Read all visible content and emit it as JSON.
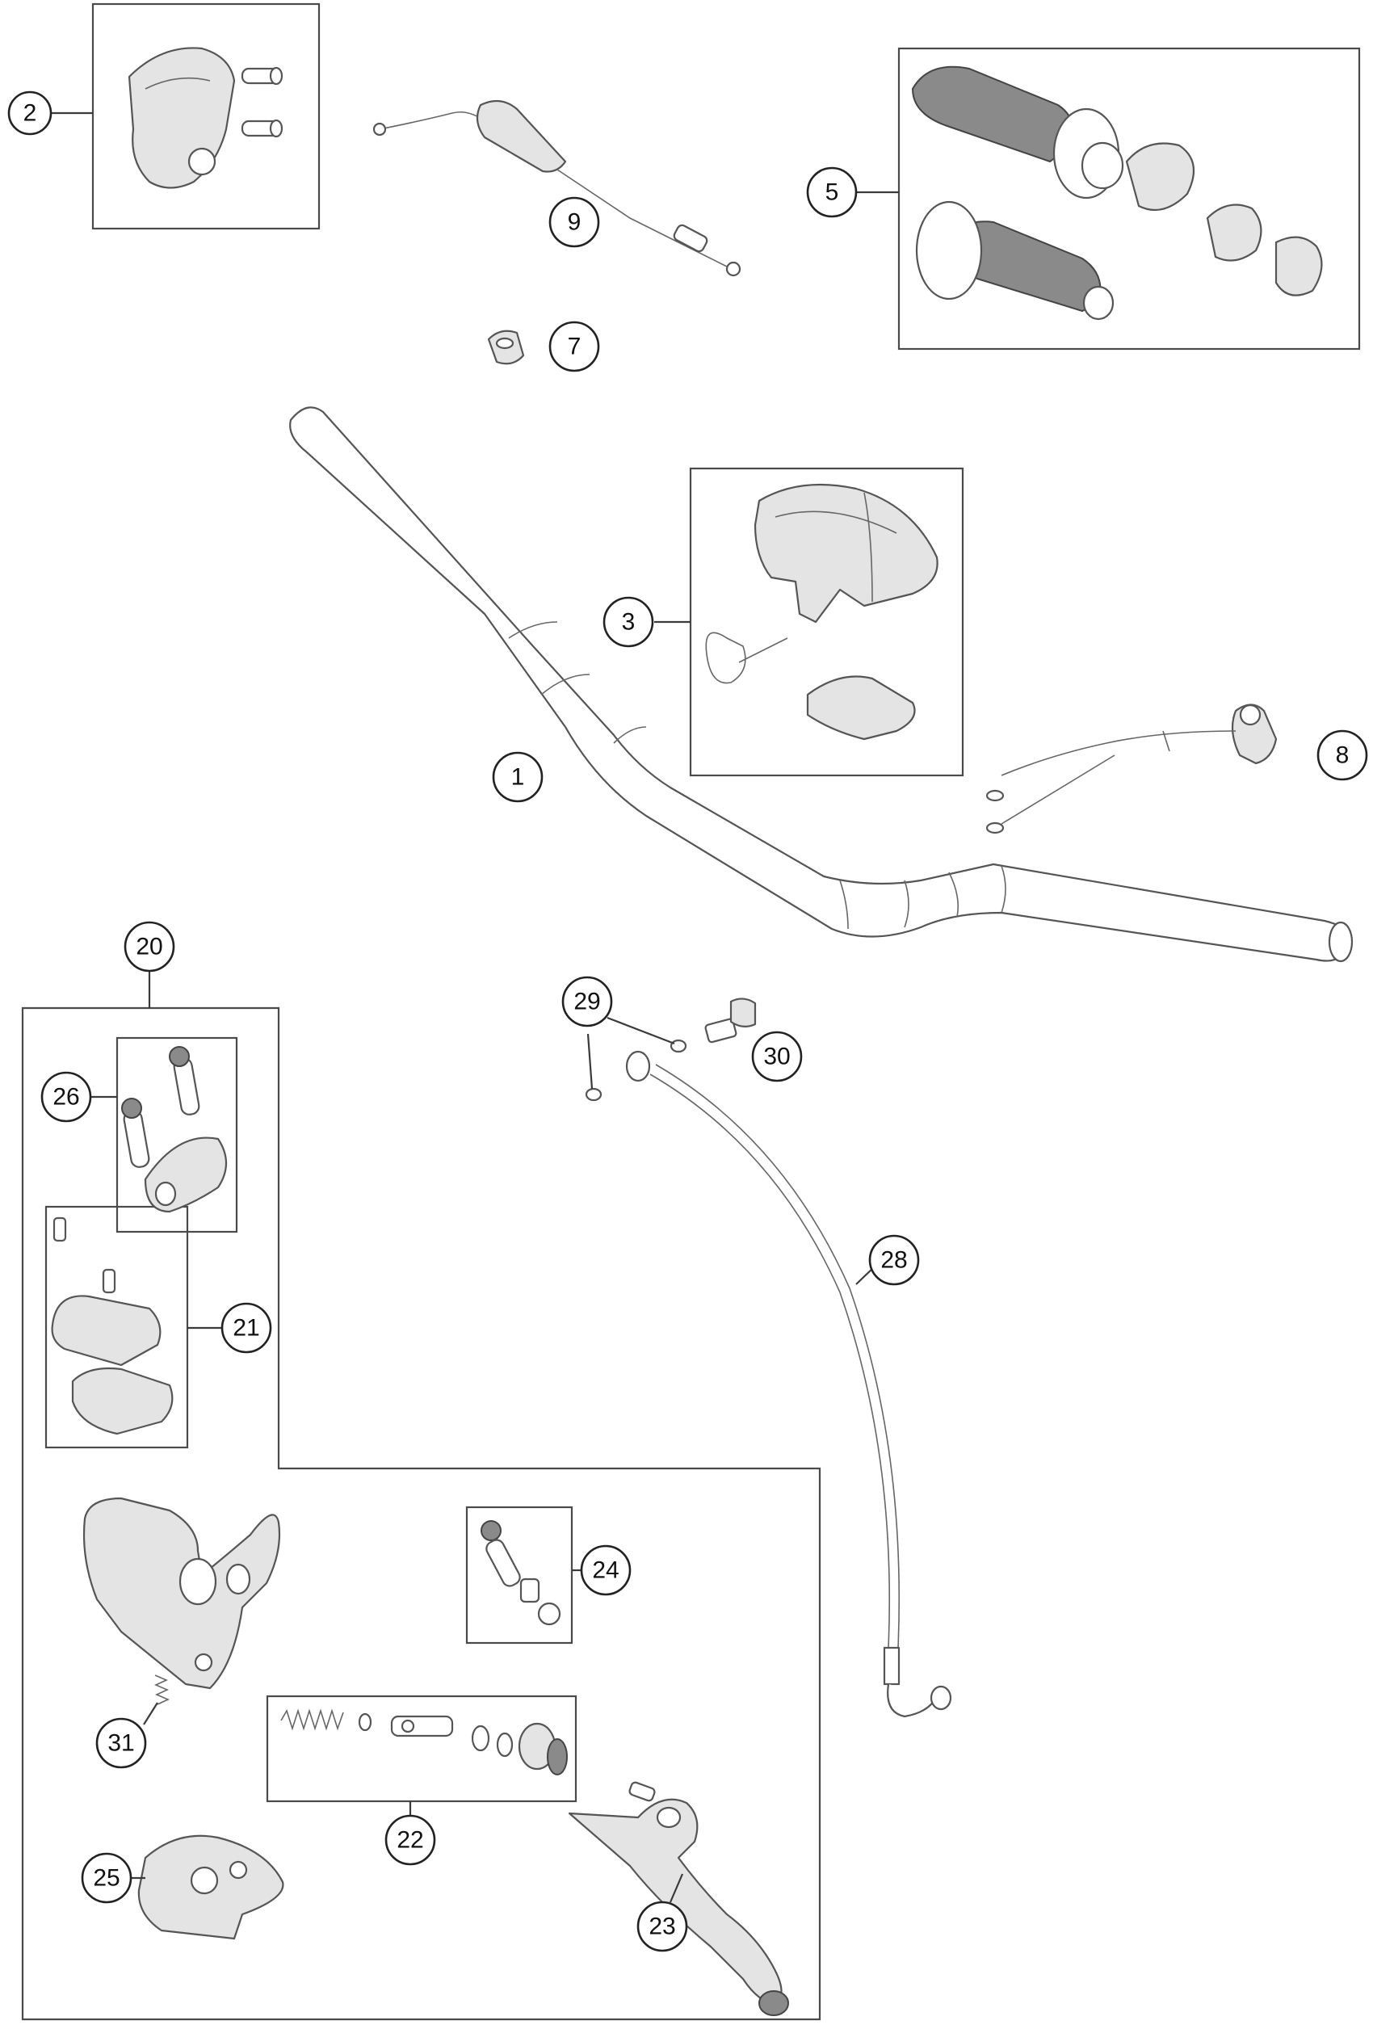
{
  "callouts": {
    "c1": "1",
    "c2": "2",
    "c3": "3",
    "c5": "5",
    "c7": "7",
    "c8": "8",
    "c9": "9",
    "c20": "20",
    "c21": "21",
    "c22": "22",
    "c23": "23",
    "c24": "24",
    "c25": "25",
    "c26": "26",
    "c28": "28",
    "c29": "29",
    "c30": "30",
    "c31": "31"
  },
  "colors": {
    "line": "#4a4a4a",
    "part_fill": "#e4e4e4",
    "background": "#ffffff"
  }
}
